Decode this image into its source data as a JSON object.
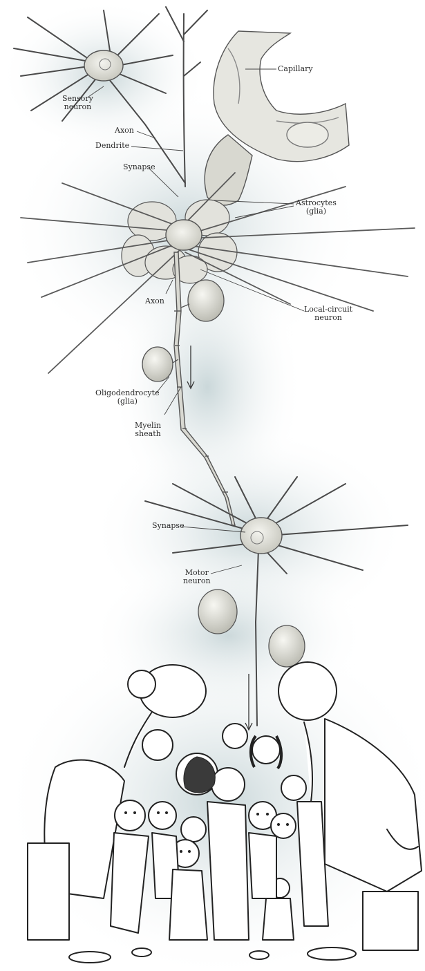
{
  "labels": {
    "capillary": "Capillary",
    "sensory_neuron": [
      "Sensory",
      "neuron"
    ],
    "axon_top": "Axon",
    "dendrite": "Dendrite",
    "synapse_top": "Synapse",
    "astrocytes": [
      "Astrocytes",
      "(glia)"
    ],
    "axon_mid": "Axon",
    "local_circuit_neuron": [
      "Local-circuit",
      "neuron"
    ],
    "oligodendrocyte": [
      "Oligodendrocyte",
      "(glia)"
    ],
    "myelin_sheath": [
      "Myelin",
      "sheath"
    ],
    "synapse_bottom": "Synapse",
    "motor_neuron": [
      "Motor",
      "neuron"
    ]
  }
}
